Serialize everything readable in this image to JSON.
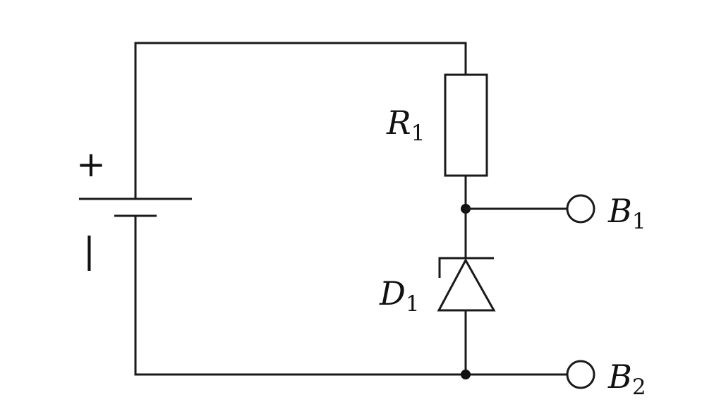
{
  "battery": {
    "plus_sign": "+",
    "minus_sign": "|"
  },
  "resistor": {
    "label": "R",
    "subscript": "1"
  },
  "diode": {
    "label": "D",
    "subscript": "1"
  },
  "terminal_b1": {
    "label": "B",
    "subscript": "1"
  },
  "terminal_b2": {
    "label": "B",
    "subscript": "2"
  }
}
